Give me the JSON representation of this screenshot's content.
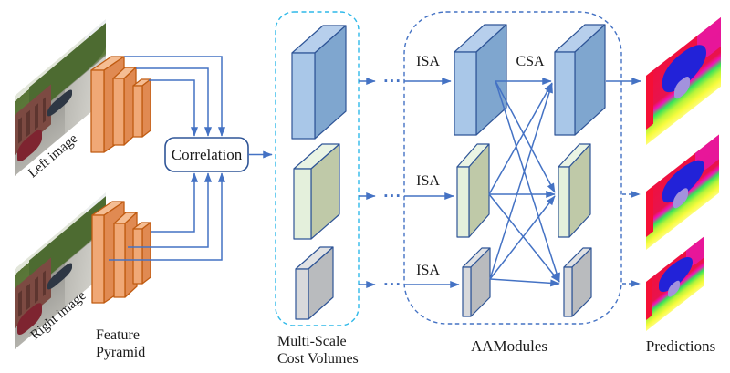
{
  "figure": {
    "left_input": {
      "label": "Left image"
    },
    "right_input": {
      "label": "Right image"
    },
    "feature_pyramid": {
      "label_lines": [
        "Feature",
        "Pyramid"
      ]
    },
    "correlation": {
      "label": "Correlation"
    },
    "cost_volumes": {
      "label_lines": [
        "Multi-Scale",
        "Cost Volumes"
      ],
      "ellipsis": "···"
    },
    "aamodules": {
      "label": "AAModules",
      "isa_rows": [
        "ISA",
        "ISA",
        "ISA"
      ],
      "csa": "CSA"
    },
    "predictions": {
      "label": "Predictions"
    }
  },
  "colors": {
    "background": "#FFFFFF",
    "text": "#1B1B1B",
    "arrow_blue": "#4472C4",
    "block_border": "#2F5597",
    "cost_box_dash": "#2FB9E9",
    "aamodule_box_dash": "#4472C4",
    "blue_front": "#A9C7E8",
    "blue_side": "#7FA6CF",
    "blue_top": "#B7CFEC",
    "green_front": "#E4F0DC",
    "green_side": "#BFC9A8",
    "green_top": "#EAF4E4",
    "gray_front": "#D8D9DB",
    "gray_side": "#B9BBBE",
    "gray_top": "#E1E2E4",
    "orange_front": "#F0A876",
    "orange_side": "#E08A52",
    "orange_top": "#F5BD93",
    "orange_border": "#C05B11"
  }
}
